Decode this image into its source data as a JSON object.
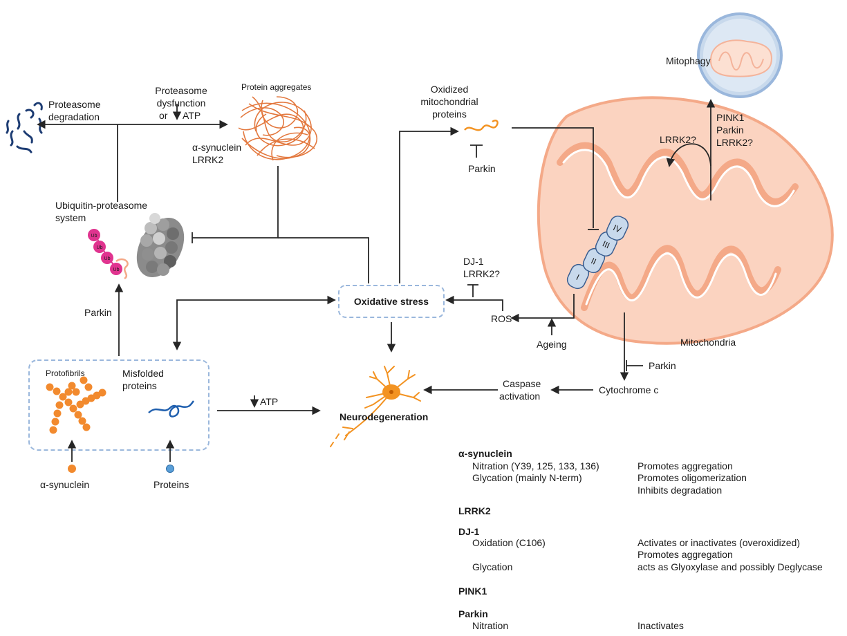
{
  "labels": {
    "mitophagy": "Mitophagy",
    "proteasome_degradation_1": "Proteasome",
    "proteasome_degradation_2": "degradation",
    "proteasome_dysfunction_1": "Proteasome",
    "proteasome_dysfunction_2": "dysfunction",
    "proteasome_dysfunction_3a": "or",
    "proteasome_dysfunction_3b": "ATP",
    "protein_aggregates": "Protein aggregates",
    "aggregates_agent_1": "α-synuclein",
    "aggregates_agent_2": "LRRK2",
    "oxidized_1": "Oxidized",
    "oxidized_2": "mitochondrial",
    "oxidized_3": "proteins",
    "parkin_oxidized": "Parkin",
    "lrrk2_q": "LRRK2?",
    "mito_agents_1": "PINK1",
    "mito_agents_2": "Parkin",
    "mito_agents_3": "LRRK2?",
    "ups_1": "Ubiquitin-proteasome",
    "ups_2": "system",
    "ub": "Ub",
    "complex_1": "I",
    "complex_2": "II",
    "complex_3": "III",
    "complex_4": "IV",
    "dj1_1": "DJ-1",
    "dj1_2": "LRRK2?",
    "oxidative_stress": "Oxidative stress",
    "ros": "ROS",
    "parkin_ups": "Parkin",
    "ageing": "Ageing",
    "mitochondria": "Mitochondria",
    "parkin_cyto": "Parkin",
    "protofibrils": "Protofibrils",
    "misfolded_1": "Misfolded",
    "misfolded_2": "proteins",
    "atp_down": "ATP",
    "caspase_1": "Caspase",
    "caspase_2": "activation",
    "cytochrome": "Cytochrome c",
    "neurodegeneration": "Neurodegeneration",
    "alpha_synuclein": "α-synuclein",
    "proteins": "Proteins"
  },
  "table": {
    "alpha_synuclein": {
      "heading": "α-synuclein",
      "rows": [
        {
          "mod": "Nitration (Y39, 125, 133, 136)",
          "effect": "Promotes aggregation"
        },
        {
          "mod": "Glycation (mainly N-term)",
          "effect": "Promotes oligomerization"
        },
        {
          "mod": "",
          "effect": "Inhibits degradation"
        }
      ]
    },
    "lrrk2": {
      "heading": "LRRK2"
    },
    "dj1": {
      "heading": "DJ-1",
      "rows": [
        {
          "mod": "Oxidation (C106)",
          "effect": "Activates or inactivates (overoxidized)"
        },
        {
          "mod": "",
          "effect": "Promotes aggregation"
        },
        {
          "mod": "Glycation",
          "effect": "acts as Glyoxylase and possibly Deglycase"
        }
      ]
    },
    "pink1": {
      "heading": "PINK1"
    },
    "parkin": {
      "heading": "Parkin",
      "rows": [
        {
          "mod": "Nitration",
          "effect": "Inactivates"
        }
      ]
    }
  },
  "colors": {
    "mito_fill": "#fbd3c0",
    "mito_stroke": "#f4a988",
    "dashed_box": "#9ab7dc",
    "ub_pink": "#e0348f",
    "aggregate_orange": "#e06a2a",
    "neuron_orange": "#f39322",
    "protofibril_orange": "#f28a2e",
    "misfolded_blue": "#1f5fae",
    "vesicle_blue": "#c8d9ec",
    "debris_navy": "#1d3c73"
  }
}
